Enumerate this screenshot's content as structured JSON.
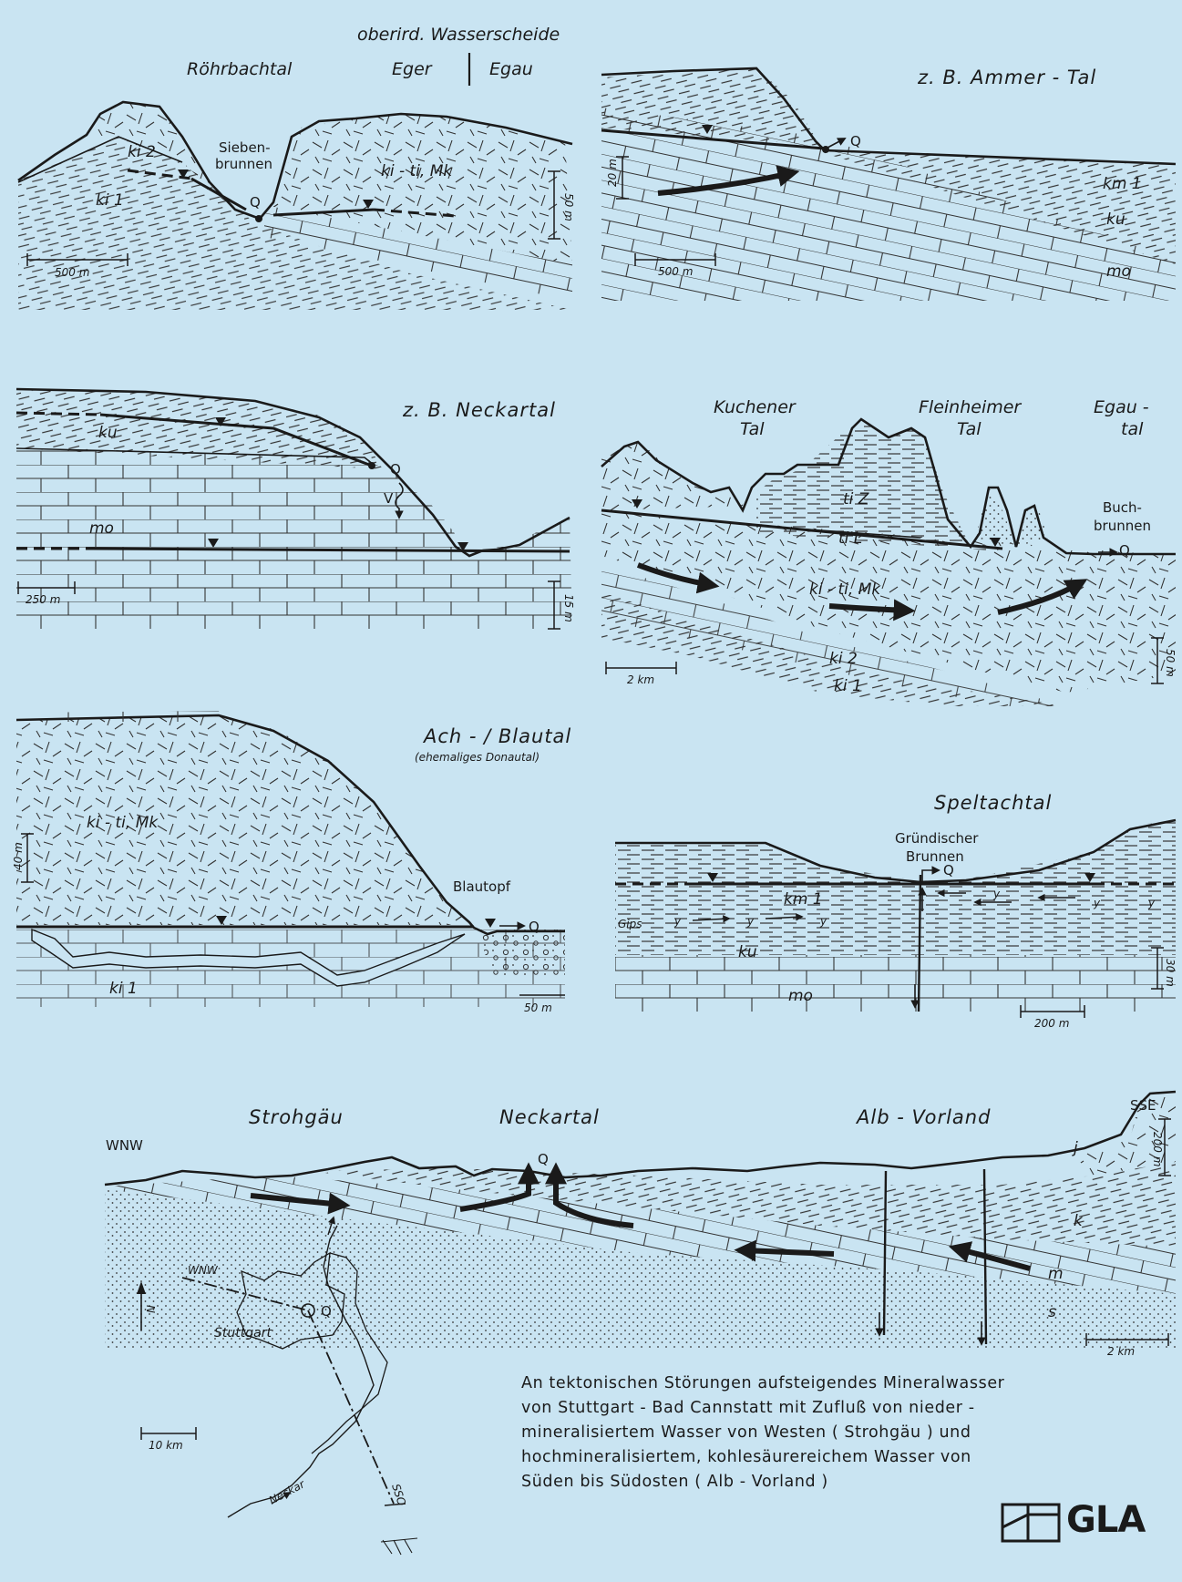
{
  "panels": {
    "rohrbach": {
      "title_left": "Röhrbachtal",
      "divide_title": "oberird. Wasserscheide",
      "divide_left": "Eger",
      "divide_right": "Egau",
      "spring": "Sieben-",
      "spring2": "brunnen",
      "q": "Q",
      "rocks": [
        "ki 2",
        "ki 1",
        "ki - ti, Mk"
      ],
      "scale_h": "500 m",
      "scale_v": "50 m"
    },
    "ammer": {
      "title": "z. B.  Ammer  -  Tal",
      "q": "Q",
      "rocks": [
        "km 1",
        "ku",
        "mo"
      ],
      "scale_h": "500 m",
      "scale_v": "20 m"
    },
    "neckar": {
      "title": "z. B.  Neckartal",
      "q": "Q",
      "v": "V",
      "rocks": [
        "ku",
        "mo"
      ],
      "scale_h": "250 m",
      "scale_v": "15 m"
    },
    "kuchen": {
      "title1a": "Kuchener",
      "title1b": "Tal",
      "title2a": "Fleinheimer",
      "title2b": "Tal",
      "title3a": "Egau -",
      "title3b": "tal",
      "spring": "Buch-",
      "spring2": "brunnen",
      "q": "Q",
      "rocks": [
        "ti Z",
        "ti L",
        "ki - ti, Mk",
        "ki 2",
        "ki 1"
      ],
      "scale_h": "2 km",
      "scale_v": "50 m"
    },
    "blau": {
      "title": "Ach - / Blautal",
      "subtitle": "(ehemaliges Donautal)",
      "spring": "Blautopf",
      "q": "Q",
      "rocks": [
        "ki - ti, Mk",
        "ki 1"
      ],
      "scale_h": "50 m",
      "scale_v": "40 m"
    },
    "speltach": {
      "title": "Speltachtal",
      "spring": "Gründischer",
      "spring2": "Brunnen",
      "q": "Q",
      "gips": "Gips",
      "y": "y",
      "rocks": [
        "km 1",
        "ku",
        "mo"
      ],
      "scale_h": "200 m",
      "scale_v": "30 m"
    },
    "cannstatt": {
      "title1": "Strohgäu",
      "title2": "Neckartal",
      "title3": "Alb  -  Vorland",
      "wnw": "WNW",
      "sse": "SSE",
      "q": "Q",
      "rocks": [
        "j",
        "k",
        "m",
        "s"
      ],
      "scale_h": "2 km",
      "scale_v": "200 m"
    },
    "map": {
      "north": "N",
      "wnw": "WNW",
      "city": "Stuttgart",
      "q": "Q",
      "river": "Neckar",
      "sso": "SSO",
      "scale": "10 km"
    }
  },
  "caption": [
    "An  tektonischen  Störungen  aufsteigendes  Mineralwasser",
    "von  Stuttgart - Bad  Cannstatt  mit  Zufluß  von  nieder -",
    "mineralisiertem   Wasser  von  Westen  ( Strohgäu )  und",
    "hochmineralisiertem,  kohlesäurereichem  Wasser  von",
    "Süden  bis  Südosten    ( Alb - Vorland )"
  ],
  "logo": "GLA"
}
